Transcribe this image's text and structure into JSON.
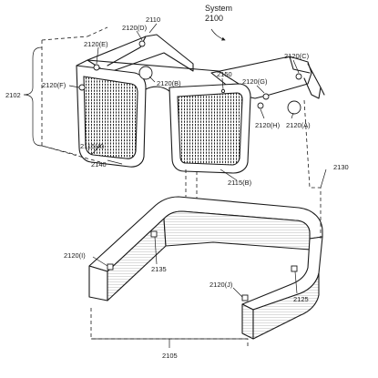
{
  "title": {
    "line1": "System",
    "line2": "2100"
  },
  "labels": {
    "l2110": "2110",
    "l2120D": "2120(D)",
    "l2120E": "2120(E)",
    "l2120F": "2120(F)",
    "l2120B": "2120(B)",
    "l2150": "2150",
    "l2120G": "2120(G)",
    "l2120C": "2120(C)",
    "l2120H": "2120(H)",
    "l2120A": "2120(A)",
    "l2102": "2102",
    "l2115A": "2115(A)",
    "l2140": "2140",
    "l2115B": "2115(B)",
    "l2130": "2130",
    "l2120I": "2120(I)",
    "l2135": "2135",
    "l2120J": "2120(J)",
    "l2125": "2125",
    "l2105": "2105"
  }
}
